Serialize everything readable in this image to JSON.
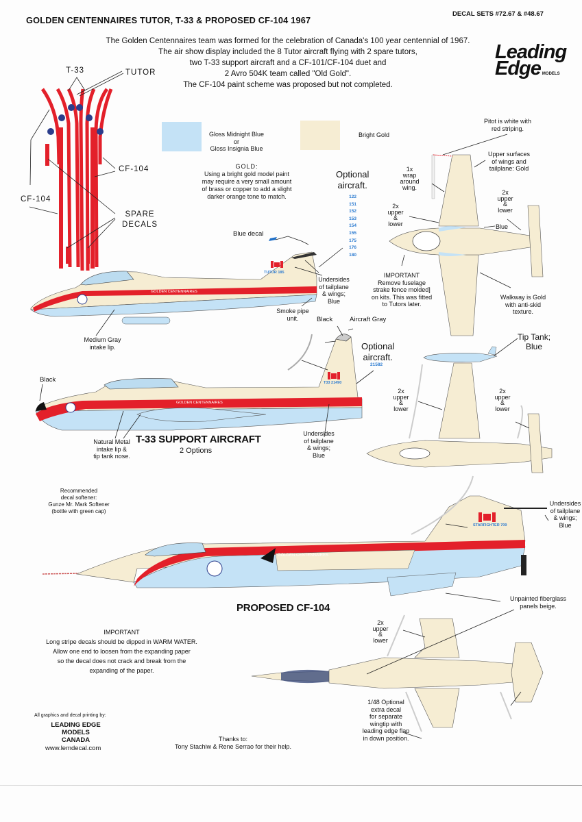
{
  "header": {
    "title": "GOLDEN CENTENNAIRES TUTOR, T-33 & PROPOSED CF-104 1967",
    "decal_sets": "DECAL SETS #72.67 & #48.67"
  },
  "intro": {
    "lines": [
      "The Golden Centennaires team was formed for the celebration of Canada's 100 year centennial of 1967.",
      "The air show display included the 8 Tutor aircraft flying with 2 spare tutors,",
      "two T-33 support aircraft and a CF-101/CF-104 duet and",
      "2 Avro 504K team called \"Old Gold\".",
      "The CF-104 paint scheme was proposed but not completed."
    ]
  },
  "logo": {
    "line1": "Leading",
    "line2": "Edge",
    "suffix": "MODELS"
  },
  "decal_sheet_labels": {
    "t33": "T-33",
    "tutor": "TUTOR",
    "cf104_right": "CF-104",
    "cf104_left": "CF-104",
    "spare_line1": "SPARE",
    "spare_line2": "DECALS"
  },
  "colors": {
    "blue": {
      "label_line1": "Gloss Midnight Blue",
      "label_line2": "or",
      "label_line3": "Gloss Insignia Blue",
      "hex": "#c4e2f6"
    },
    "gold": {
      "label": "Bright Gold",
      "hex": "#f6edd3"
    },
    "stripe_red": "#e3202a",
    "number_blue": "#2a7ad0"
  },
  "gold_note": {
    "heading": "GOLD:",
    "lines": [
      "Using a bright gold model paint",
      "may require a very small amount",
      "of brass or copper to add a slight",
      "darker orange tone to match."
    ]
  },
  "tutor": {
    "optional_heading_1": "Optional",
    "optional_heading_2": "aircraft.",
    "optional_numbers": [
      "122",
      "151",
      "152",
      "153",
      "154",
      "155",
      "175",
      "176",
      "180"
    ],
    "tail_text": "TUTOR 185",
    "fuselage_text": "GOLDEN   CENTENNAIRES",
    "callouts": {
      "blue_decal": "Blue decal",
      "undersides": [
        "Undersides",
        "of tailplane",
        "& wings;",
        "Blue"
      ],
      "smoke": [
        "Smoke pipe",
        "unit."
      ],
      "intake": [
        "Medium Gray",
        "intake lip."
      ],
      "pitot": [
        "Pitot is white with",
        "red striping."
      ],
      "upper_surfaces": [
        "Upper surfaces",
        "of wings and",
        "tailplane: Gold"
      ],
      "wrap": [
        "1x",
        "wrap",
        "around",
        "wing."
      ],
      "upper_lower_a": [
        "2x",
        "upper",
        "&",
        "lower"
      ],
      "upper_lower_b": [
        "2x",
        "upper",
        "&",
        "lower"
      ],
      "blue": "Blue",
      "important": [
        "IMPORTANT",
        "Remove fuselage",
        "strake fence molded]",
        "on kits.  This was fitted",
        "to Tutors later."
      ],
      "walkway": [
        "Walkway is Gold",
        "with anti-skid",
        "texture."
      ]
    }
  },
  "t33": {
    "heading": "T-33 SUPPORT AIRCRAFT",
    "subheading": "2 Options",
    "optional_heading_1": "Optional",
    "optional_heading_2": "aircraft.",
    "optional_number": "21582",
    "tail_text": "T33  21490",
    "fuselage_text": "GOLDEN   CENTENNAIRES",
    "callouts": {
      "black_nose": "Black",
      "black_tail": "Black",
      "aircraft_gray": "Aircraft Gray",
      "intake": [
        "Natural Metal",
        "intake lip &",
        "tip tank nose."
      ],
      "undersides": [
        "Undersides",
        "of tailplane",
        "& wings;",
        "Blue"
      ],
      "tip_tank": [
        "Tip Tank;",
        "Blue"
      ],
      "upper_lower_a": [
        "2x",
        "upper",
        "&",
        "lower"
      ],
      "upper_lower_b": [
        "2x",
        "upper",
        "&",
        "lower"
      ]
    }
  },
  "cf104": {
    "heading": "PROPOSED CF-104",
    "tail_text": "STARFIGHTER 709",
    "fuselage_text": "GOLDEN   CENTENNAIRES",
    "softener": [
      "Recommended",
      "decal softener:",
      "Gunze Mr. Mark Softener",
      "(bottle with green cap)"
    ],
    "callouts": {
      "undersides": [
        "Undersides",
        "of tailplane",
        "& wings;",
        "Blue"
      ],
      "fiberglass": [
        "Unpainted fiberglass",
        "panels beige."
      ],
      "upper_lower": [
        "2x",
        "upper",
        "&",
        "lower"
      ],
      "optional_48": [
        "1/48 Optional",
        "extra decal",
        "for separate",
        "wingtip with",
        "leading edge flap",
        "in down position."
      ]
    }
  },
  "important_note": {
    "heading": "IMPORTANT",
    "lines": [
      "Long stripe decals should be dipped in WARM WATER.",
      "Allow one end to loosen from the expanding paper",
      "so the decal does not crack and break from the",
      "expanding of the paper."
    ]
  },
  "credits": {
    "by": "All graphics and decal printing by:",
    "company_1": "LEADING EDGE MODELS",
    "company_2": "CANADA",
    "url": "www.lemdecal.com",
    "thanks_heading": "Thanks to:",
    "thanks_line": "Tony Stachiw & Rene Serrao for their help."
  }
}
